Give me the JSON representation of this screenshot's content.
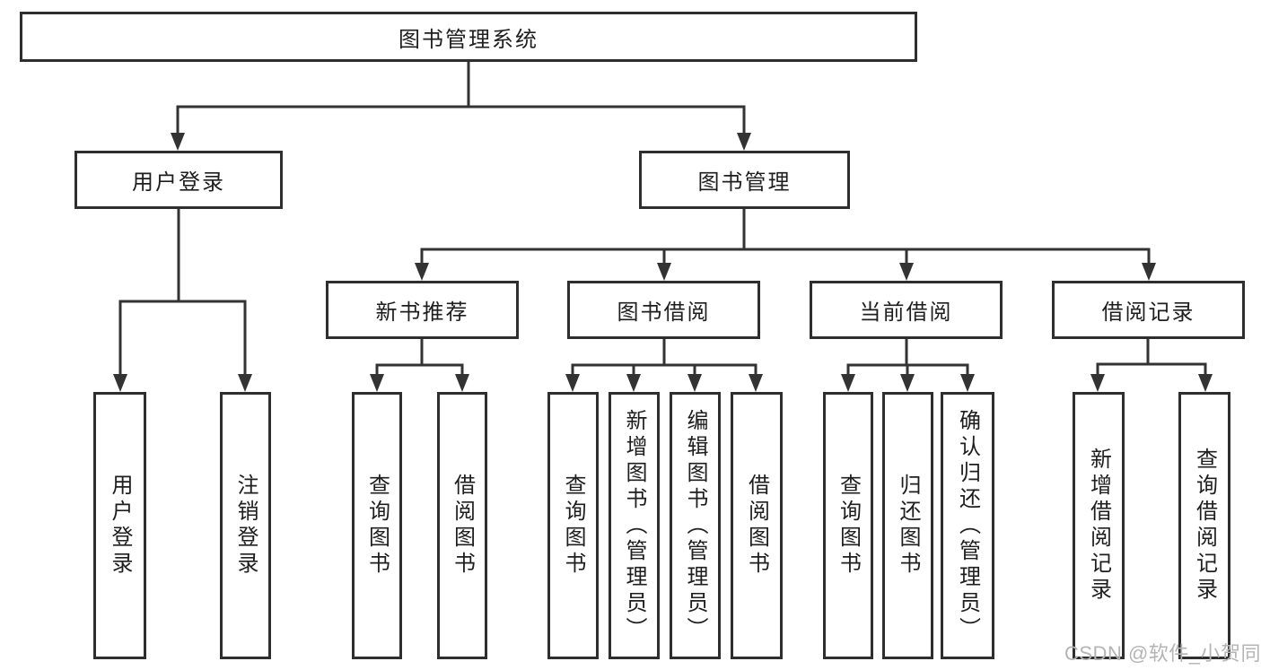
{
  "tree": {
    "root": "图书管理系统",
    "level2": [
      "用户登录",
      "图书管理"
    ],
    "level3": [
      "新书推荐",
      "图书借阅",
      "当前借阅",
      "借阅记录"
    ],
    "leaves": {
      "user_login": [
        "用户登录",
        "注销登录"
      ],
      "new_book": [
        "查询图书",
        "借阅图书"
      ],
      "book_borrow": [
        "查询图书",
        "新增图书（管理员）",
        "编辑图书（管理员）",
        "借阅图书"
      ],
      "current_borrow": [
        "查询图书",
        "归还图书",
        "确认归还（管理员）"
      ],
      "borrow_record": [
        "新增借阅记录",
        "查询借阅记录"
      ]
    }
  },
  "watermark": "CSDN @软件_小贺同学",
  "colors": {
    "background": "#ffffff",
    "box_border": "#2e2e2e",
    "connector_line": "#333333",
    "text": "#1e1e1e",
    "watermark_text": "#b4b4b4"
  }
}
